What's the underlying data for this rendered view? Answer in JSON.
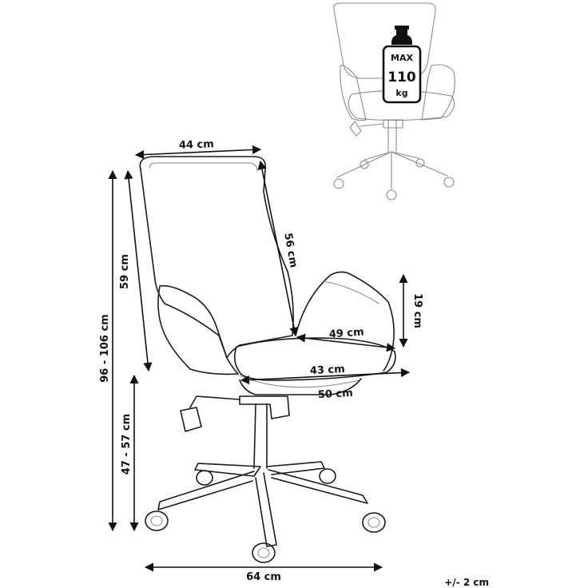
{
  "dimensions": {
    "back_width": "44 cm",
    "back_height": "59 cm",
    "total_height": "96 - 106 cm",
    "backrest_diagonal": "56 cm",
    "armrest_height": "19 cm",
    "seat_depth": "49 cm",
    "seat_width": "43 cm",
    "outer_width": "50 cm",
    "seat_height": "47 -  57 cm",
    "base_width": "64 cm"
  },
  "max_load": {
    "label": "MAX",
    "value": "110",
    "unit": "kg"
  },
  "tolerance": "+/- 2 cm"
}
